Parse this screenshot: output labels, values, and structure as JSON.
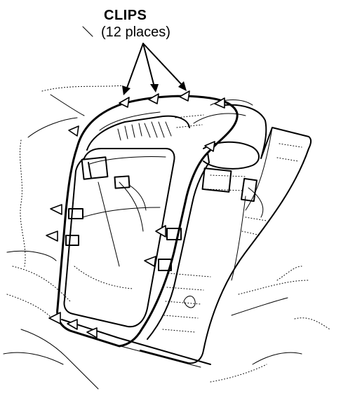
{
  "callout": {
    "title": "CLIPS",
    "subtitle": "(12 places)"
  },
  "clips_count": 12,
  "colors": {
    "line": "#000000",
    "background": "#ffffff"
  }
}
